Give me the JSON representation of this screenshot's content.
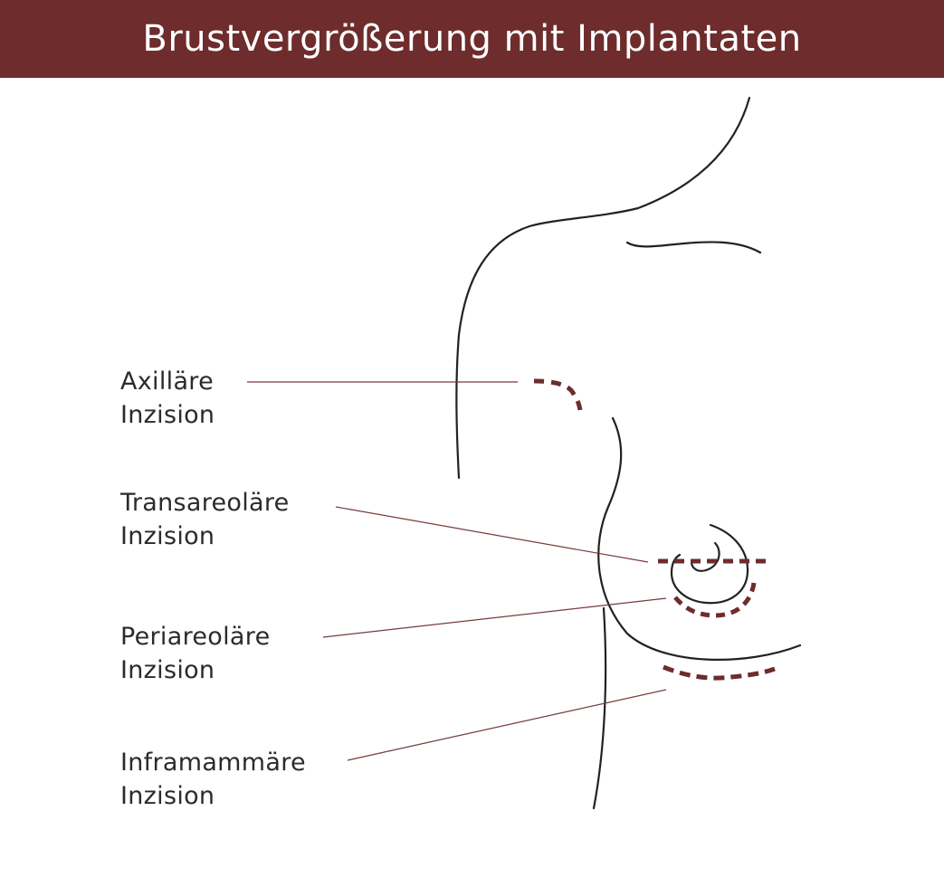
{
  "header": {
    "title": "Brustvergrößerung mit Implantaten"
  },
  "colors": {
    "header_background": "#6e2c2c",
    "header_text": "#ffffff",
    "outline": "#222222",
    "incision": "#6e2c2c",
    "leader_line": "#7a3a3a",
    "label_text": "#2b2b2b"
  },
  "labels": {
    "axillary": {
      "line1": "Axilläre",
      "line2": "Inzision"
    },
    "transareolar": {
      "line1": "Transareoläre",
      "line2": "Inzision"
    },
    "periareolar": {
      "line1": "Periareoläre",
      "line2": "Inzision"
    },
    "inframammary": {
      "line1": "Inframammäre",
      "line2": "Inzision"
    }
  }
}
